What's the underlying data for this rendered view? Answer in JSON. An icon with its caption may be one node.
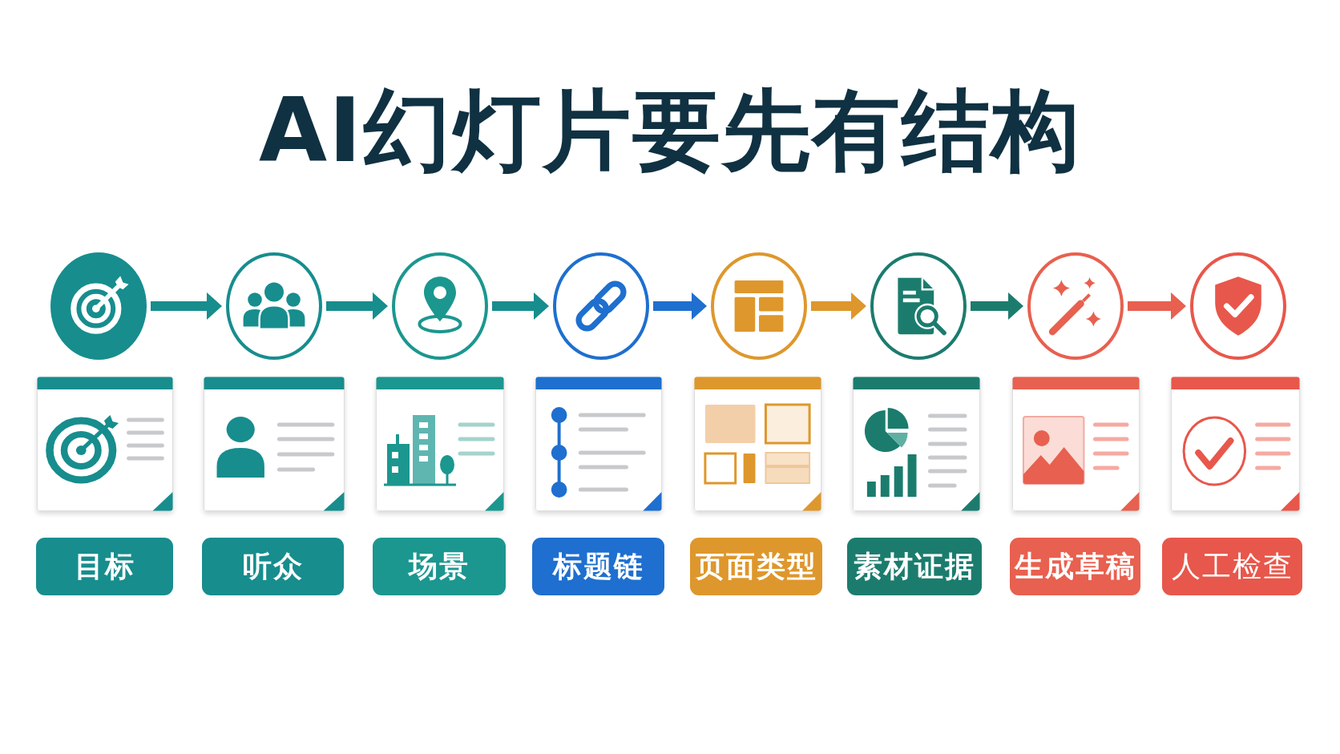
{
  "diagram": {
    "title": "AI幻灯片要先有结构",
    "nodes": [
      {
        "text": [],
        "shape": "circle"
      },
      {
        "text": [],
        "shape": "circle"
      },
      {
        "text": [],
        "shape": "circle"
      },
      {
        "text": [],
        "shape": "circle"
      },
      {
        "text": [],
        "shape": "circle"
      },
      {
        "text": [],
        "shape": "circle"
      },
      {
        "text": [],
        "shape": "circle"
      },
      {
        "text": [],
        "shape": "circle"
      },
      {
        "text": [
          "目标"
        ]
      },
      {
        "text": [
          "听众"
        ]
      },
      {
        "text": [
          "场景"
        ]
      },
      {
        "text": [
          "标题链"
        ]
      },
      {
        "text": [
          "页面类型"
        ]
      },
      {
        "text": [
          "素材证据"
        ]
      },
      {
        "text": [
          "生成草稿"
        ]
      },
      {
        "text": [
          "人工检查"
        ]
      }
    ],
    "edges": [
      {
        "from": 0,
        "to": 1,
        "arrow": "to"
      },
      {
        "from": 1,
        "to": 2,
        "arrow": "to"
      },
      {
        "from": 2,
        "to": 3,
        "arrow": "to"
      },
      {
        "from": 3,
        "to": 4,
        "arrow": "to",
        "color": "#1e6fcf"
      },
      {
        "from": 4,
        "to": 5,
        "arrow": "to",
        "color": "#de972c"
      },
      {
        "from": 5,
        "to": 6,
        "arrow": "to",
        "color": "#1b7c6e"
      },
      {
        "from": 6,
        "to": 7,
        "arrow": "to",
        "color": "#e8604f"
      }
    ]
  }
}
